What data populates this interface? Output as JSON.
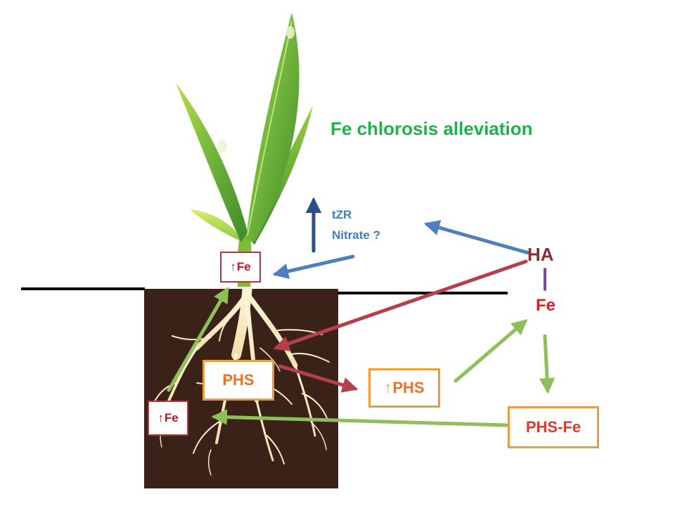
{
  "title": "Fe chlorosis alleviation",
  "signals": {
    "line1": "tZR",
    "line2": "Nitrate ?"
  },
  "nodes": {
    "ha": "HA",
    "fe": "Fe",
    "phs_root": "PHS",
    "phs_up": "PHS",
    "phs_fe": "PHS-Fe",
    "fe_shoot": "Fe",
    "fe_root": "Fe"
  },
  "up_symbol": "↑",
  "colors": {
    "title": "#1db34a",
    "signal_text": "#3b7fc4",
    "ha": "#8b2f36",
    "fe": "#d62027",
    "box_red": "#b8333d",
    "box_orange": "#ee9a3f",
    "phs_text": "#e8732a",
    "arrow_blue": "#4f7fbf",
    "arrow_navy": "#2c4f86",
    "arrow_red": "#b5404a",
    "arrow_green": "#8fbf5a",
    "soil": "#3a2219",
    "leaf": "#66b032"
  }
}
